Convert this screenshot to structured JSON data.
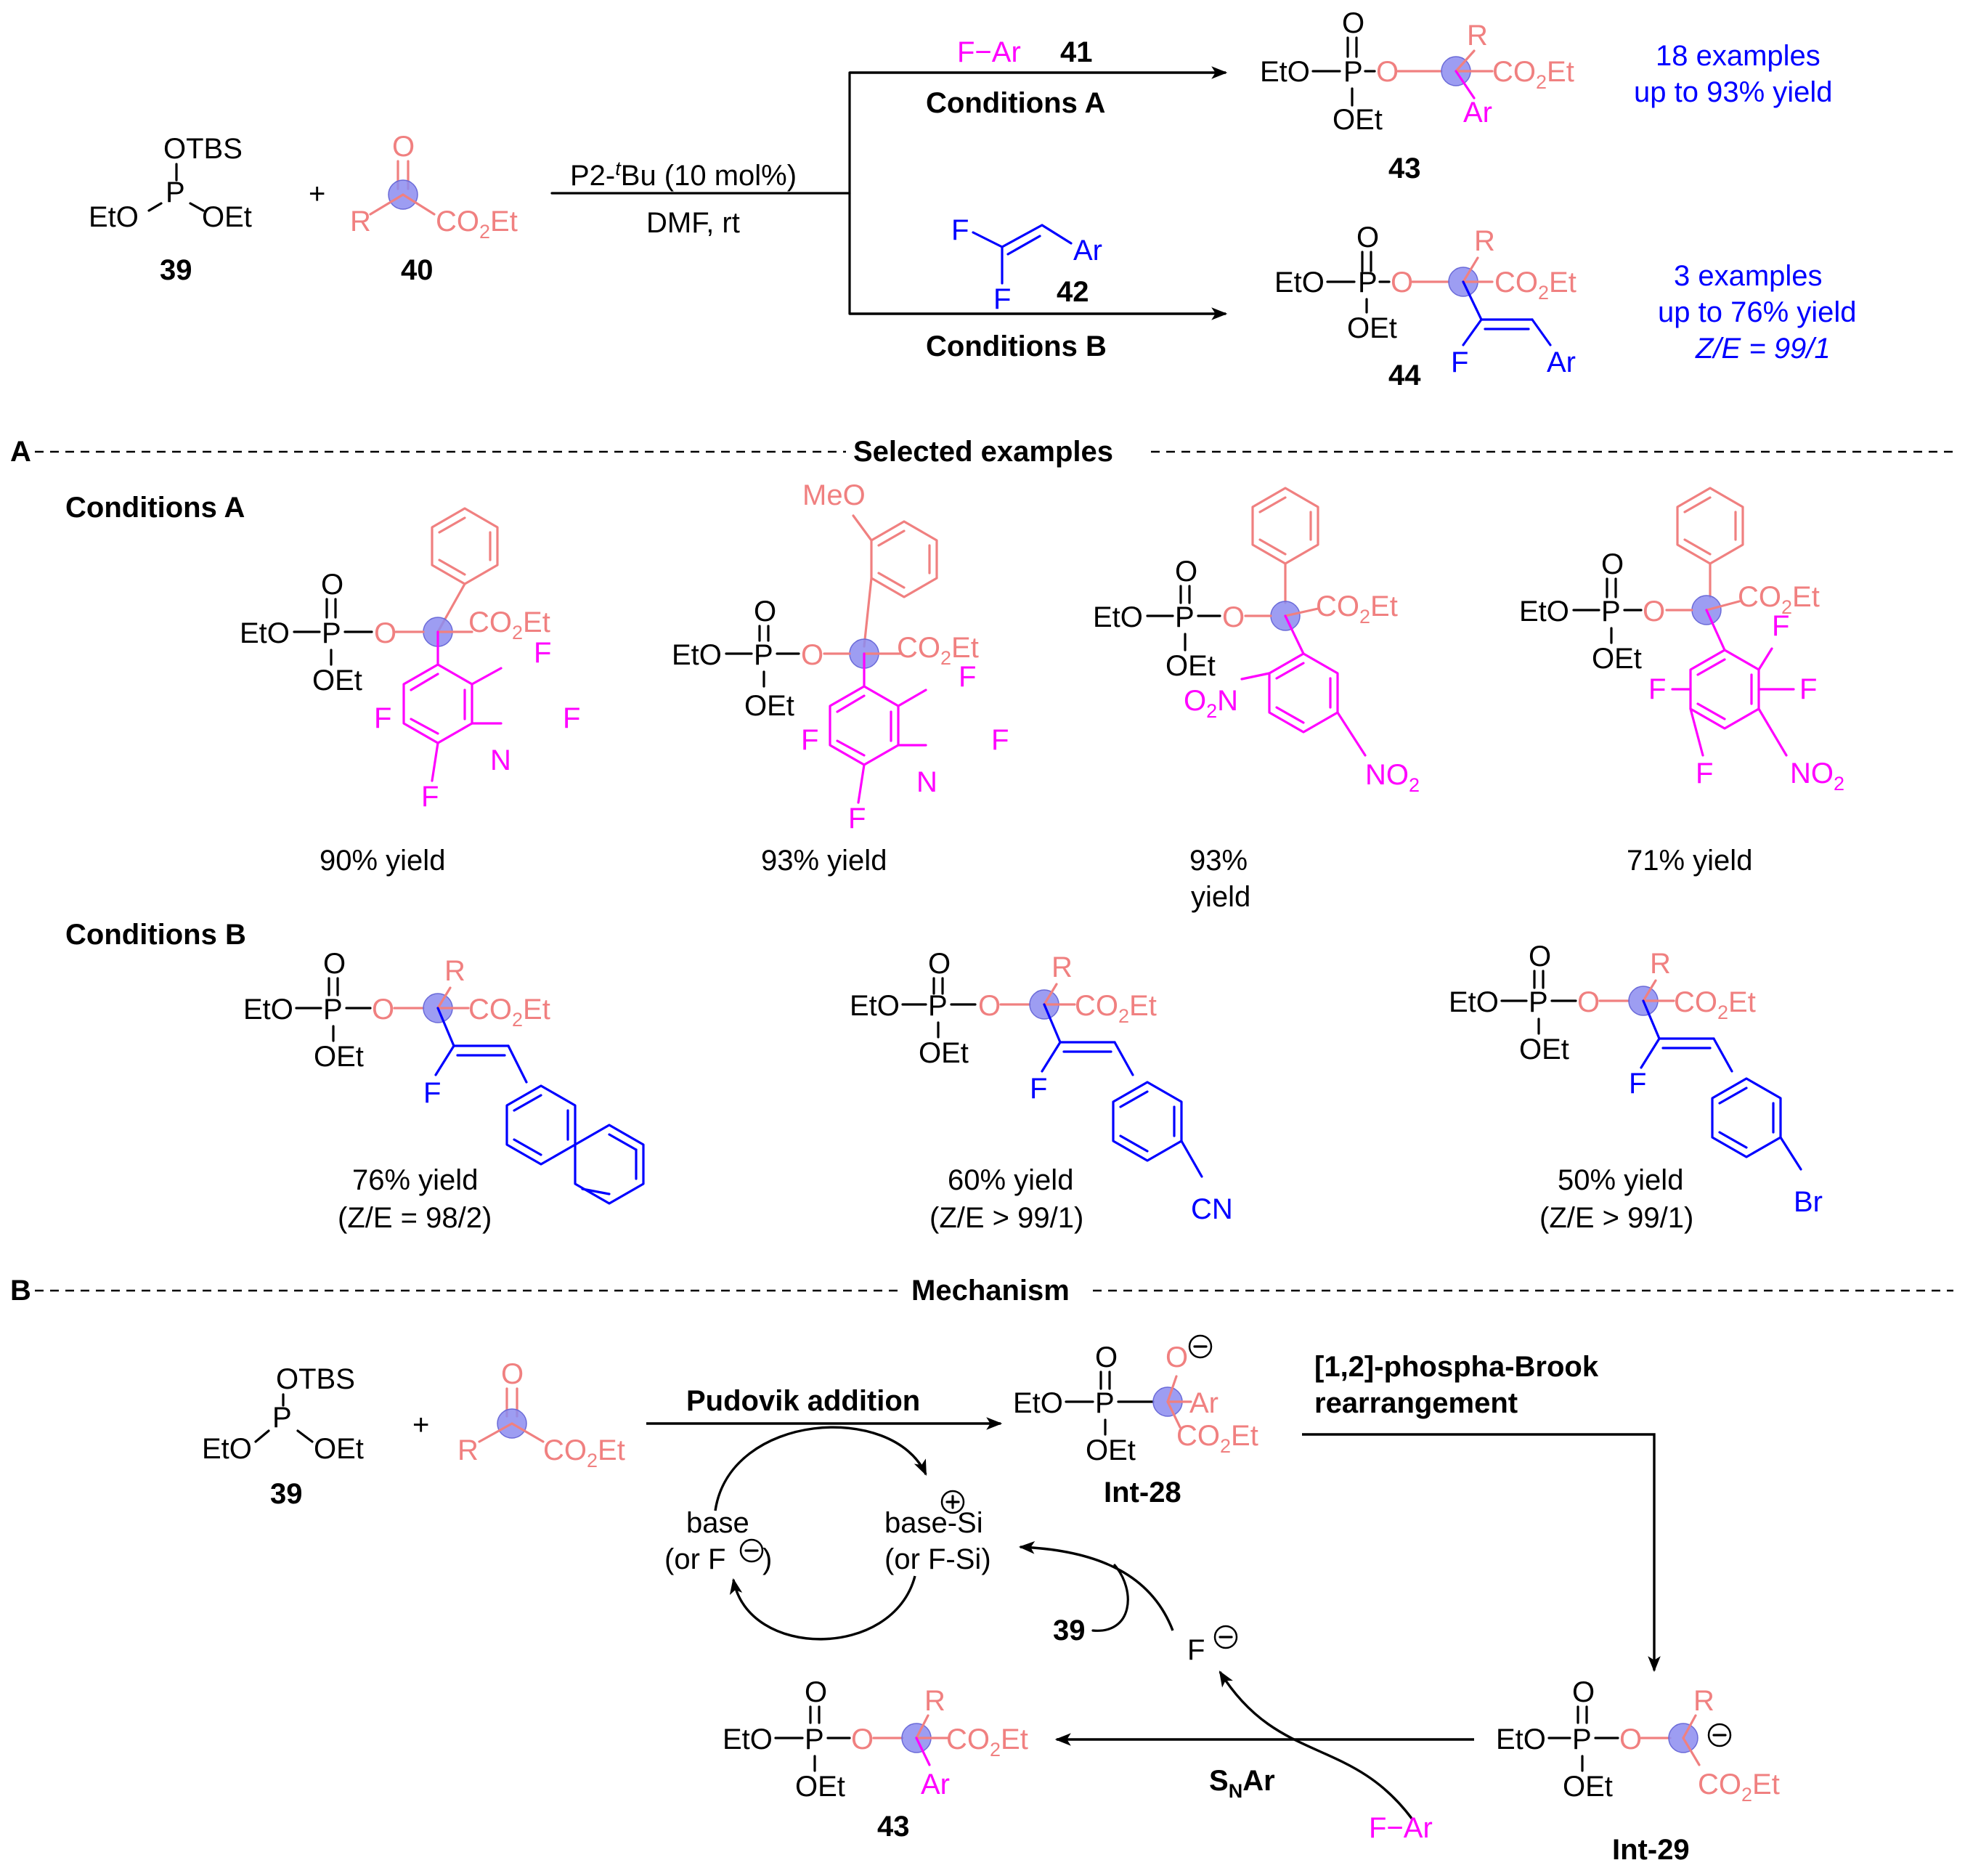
{
  "colors": {
    "reactant": "#f08080",
    "aryl_fluoride": "#ff00ff",
    "alkene": "#0000ff",
    "reactive_center": "#8c8cf0",
    "text": "#000000"
  },
  "atoms": {
    "EtO": "EtO",
    "OEt": "OEt",
    "OTBS": "OTBS",
    "P": "P",
    "O": "O",
    "R": "R",
    "Ar": "Ar",
    "F": "F",
    "N": "N",
    "CO2Et": "CO2Et",
    "O2N": "O2N",
    "NO2": "NO2",
    "MeO": "MeO",
    "CN": "CN",
    "Br": "Br",
    "plus": "+"
  },
  "scheme": {
    "compounds": {
      "c39": "39",
      "c40": "40",
      "c41": "41",
      "c42": "42",
      "c43": "43",
      "c44": "44"
    },
    "fluoroarene": "F−Ar",
    "reagent_base": "P2-",
    "reagent_tbu": "t",
    "reagent_rest": "Bu (10 mol%)",
    "solvent": "DMF,  rt",
    "conditions_a": "Conditions A",
    "conditions_b": "Conditions B",
    "result_a": [
      "18 examples",
      "up to 93% yield"
    ],
    "result_b": [
      "3 examples",
      "up to 76% yield"
    ],
    "result_b_ze": "Z/E = 99/1"
  },
  "section_a": {
    "letter": "A",
    "title": "Selected examples",
    "conditions_a": "Conditions A",
    "conditions_b": "Conditions B",
    "yields_a": [
      "90% yield",
      "93% yield",
      "93%",
      "yield",
      "71% yield"
    ],
    "yields_b": [
      "76% yield",
      "(Z/E = 98/2)",
      "60% yield",
      "(Z/E > 99/1)",
      "50% yield",
      "(Z/E > 99/1)"
    ]
  },
  "section_b": {
    "letter": "B",
    "title": "Mechanism",
    "pudovik": "Pudovik addition",
    "brook": [
      "[1,2]-phospha-Brook",
      "rearrangement"
    ],
    "int28": "Int-28",
    "int29": "Int-29",
    "base": [
      "base",
      "(or F"
    ],
    "base_si": [
      "base-Si",
      "(or F-Si)"
    ],
    "c39": "39",
    "c43": "43",
    "snar_s": "S",
    "snar_n": "N",
    "snar_ar": "Ar",
    "fluoroarene": "F−Ar",
    "fluoride": "F"
  }
}
